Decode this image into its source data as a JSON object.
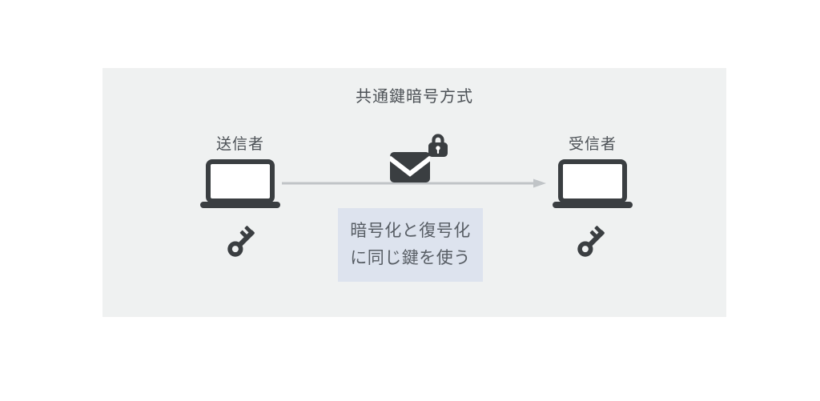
{
  "diagram": {
    "title": "共通鍵暗号方式",
    "sender": {
      "label": "送信者",
      "icons": [
        "laptop-icon",
        "key-icon"
      ]
    },
    "receiver": {
      "label": "受信者",
      "icons": [
        "laptop-icon",
        "key-icon"
      ]
    },
    "message": {
      "icons": [
        "envelope-icon",
        "lock-icon",
        "arrow-right-icon"
      ],
      "direction": "sender-to-receiver"
    },
    "note": {
      "line1": "暗号化と復号化",
      "line2": "に同じ鍵を使う"
    },
    "colors": {
      "page_bg": "#ffffff",
      "panel_bg": "#eff1f1",
      "icon_dark": "#3a3e41",
      "text_gray": "#4c5156",
      "note_bg": "#dde3ee",
      "note_text": "#575d64",
      "arrow_gray": "#c0c4c7"
    }
  }
}
